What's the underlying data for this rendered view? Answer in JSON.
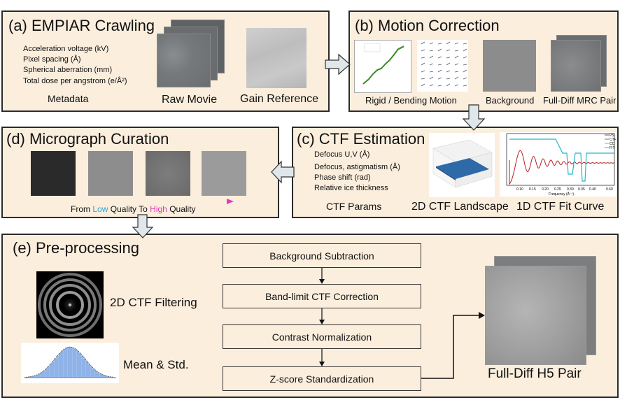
{
  "panels": {
    "a": {
      "title": "(a) EMPIAR Crawling",
      "metadata": [
        "Acceleration voltage (kV)",
        "Pixel spacing (Å)",
        "Spherical aberration (mm)",
        "Total dose per angstrom (e/Å²)"
      ],
      "captions": {
        "metadata": "Metadata",
        "raw_movie": "Raw Movie",
        "gain_reference": "Gain Reference"
      }
    },
    "b": {
      "title": "(b) Motion Correction",
      "captions": {
        "rigid": "Rigid / Bending Motion",
        "background": "Background",
        "pair": "Full-Diff MRC Pair"
      }
    },
    "c": {
      "title": "(c) CTF Estimation",
      "params": [
        "Defocus U,V (Å)",
        "Defocus, astigmatism (Å)",
        "Phase shift (rad)",
        "Relative ice thickness"
      ],
      "captions": {
        "params": "CTF Params",
        "landscape": "2D CTF Landscape",
        "fit": "1D CTF Fit Curve"
      },
      "fit_plot": {
        "legend": [
          "PS",
          "CTF",
          "CC",
          "FIT"
        ],
        "xticks": [
          "0.10",
          "0.15",
          "0.20",
          "0.25",
          "0.30",
          "0.35",
          "0.40",
          "0.60"
        ],
        "xlabel": "Frequency (Å⁻¹)"
      }
    },
    "d": {
      "title": "(d) Micrograph Curation",
      "quality_prefix": "From ",
      "quality_low": "Low",
      "quality_mid": " Quality To ",
      "quality_high": "High",
      "quality_suffix": " Quality"
    },
    "e": {
      "title": "(e) Pre-processing",
      "steps": [
        "Background Subtraction",
        "Band-limit CTF Correction",
        "Contrast Normalization",
        "Z-score Standardization"
      ],
      "captions": {
        "ctf_filter": "2D CTF Filtering",
        "mean_std": "Mean & Std.",
        "h5": "Full-Diff H5 Pair"
      }
    }
  },
  "colors": {
    "panel_bg": "#fbeedd",
    "arrow_fill": "#dfe7ea",
    "low": "#29a9e0",
    "high": "#e43bb5",
    "hist": "#8fb3e8"
  }
}
